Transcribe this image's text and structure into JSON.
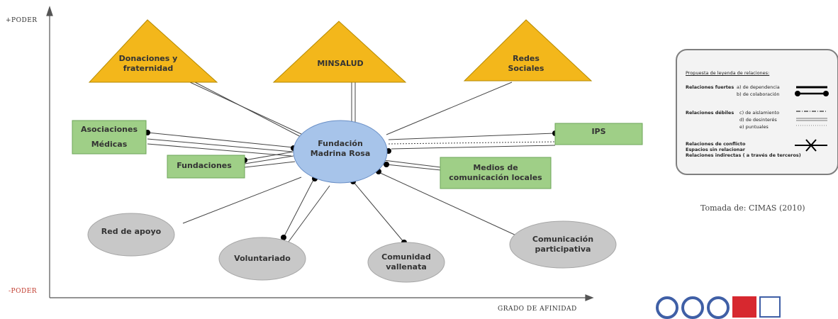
{
  "axes": {
    "y_top": "+PODER",
    "y_bottom": "-PODER",
    "x_label": "GRADO DE AFINIDAD"
  },
  "center": {
    "line1": "Fundación",
    "line2": "Madrina Rosa"
  },
  "triangles": [
    {
      "line1": "Donaciones y",
      "line2": "fraternidad"
    },
    {
      "line1": "MINSALUD",
      "line2": ""
    },
    {
      "line1": "Redes",
      "line2": "Sociales"
    }
  ],
  "rects": [
    {
      "line1": "Asociaciones",
      "line2": "Médicas"
    },
    {
      "line1": "Fundaciones",
      "line2": ""
    },
    {
      "line1": "IPS",
      "line2": ""
    },
    {
      "line1": "Medios de",
      "line2": "comunicación locales"
    }
  ],
  "ellipses": [
    {
      "line1": "Red de apoyo",
      "line2": ""
    },
    {
      "line1": "Voluntariado",
      "line2": ""
    },
    {
      "line1": "Comunidad",
      "line2": "vallenata"
    },
    {
      "line1": "Comunicación",
      "line2": "participativa"
    }
  ],
  "legend": {
    "title": "Propuesta de leyenda de relaciones:",
    "strong_label": "Relaciones fuertes",
    "strong_a": "a) de dependencia",
    "strong_b": "b) de colaboración",
    "weak_label": "Relaciones débiles",
    "weak_c": "c) de aislamiento",
    "weak_d": "d) de desinterés",
    "weak_e": "e) puntuales",
    "conflict": "Relaciones de conflicto",
    "spaces": "Espacios sin relacionar",
    "indirect": "Relaciones indirectas ( a través de terceros)"
  },
  "source": "Tomada de: CIMAS (2010)",
  "colors": {
    "triangle": "#f3b71b",
    "rect": "#9fcf87",
    "center": "#a7c4ea",
    "ellipse": "#c8c8c8",
    "poder_minus": "#c0392b"
  }
}
